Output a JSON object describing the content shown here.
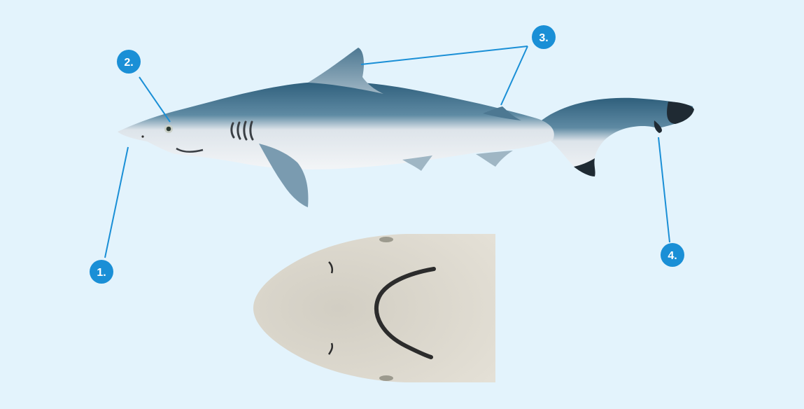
{
  "diagram": {
    "callouts": [
      {
        "id": "1",
        "label": "1."
      },
      {
        "id": "2",
        "label": "2."
      },
      {
        "id": "3",
        "label": "3."
      },
      {
        "id": "4",
        "label": "4."
      }
    ]
  },
  "colors": {
    "background": "#e3f3fc",
    "badge": "#1a8fd6",
    "leader_line": "#1a8fd6",
    "shark_back": "#3d6e8a",
    "shark_belly": "#eef1f4",
    "shark_fin_tip": "#1f2a33",
    "underside": "#ddd9ce",
    "mouth": "#2c2c2c"
  }
}
